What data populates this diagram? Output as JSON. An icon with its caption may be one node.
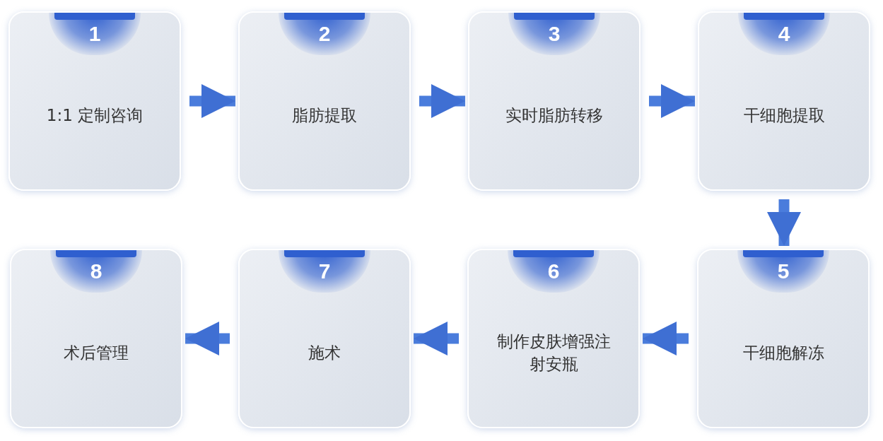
{
  "diagram": {
    "nodes": [
      {
        "text": [
          "1",
          "1:1 定制咨询"
        ]
      },
      {
        "text": [
          "2",
          "脂肪提取"
        ]
      },
      {
        "text": [
          "3",
          "实时脂肪转移"
        ]
      },
      {
        "text": [
          "4",
          "干细胞提取"
        ]
      },
      {
        "text": [
          "5",
          "干细胞解冻"
        ]
      },
      {
        "text": [
          "6",
          "制作皮肤增强注射安瓶"
        ]
      },
      {
        "text": [
          "7",
          "施术"
        ]
      },
      {
        "text": [
          "8",
          "术后管理"
        ]
      }
    ],
    "edges": [
      {
        "from": 0,
        "to": 1,
        "arrow": "to"
      },
      {
        "from": 1,
        "to": 2,
        "arrow": "to"
      },
      {
        "from": 2,
        "to": 3,
        "arrow": "to"
      },
      {
        "from": 3,
        "to": 4,
        "arrow": "to"
      },
      {
        "from": 4,
        "to": 5,
        "arrow": "to"
      },
      {
        "from": 5,
        "to": 6,
        "arrow": "to"
      },
      {
        "from": 6,
        "to": 7,
        "arrow": "to"
      }
    ]
  }
}
